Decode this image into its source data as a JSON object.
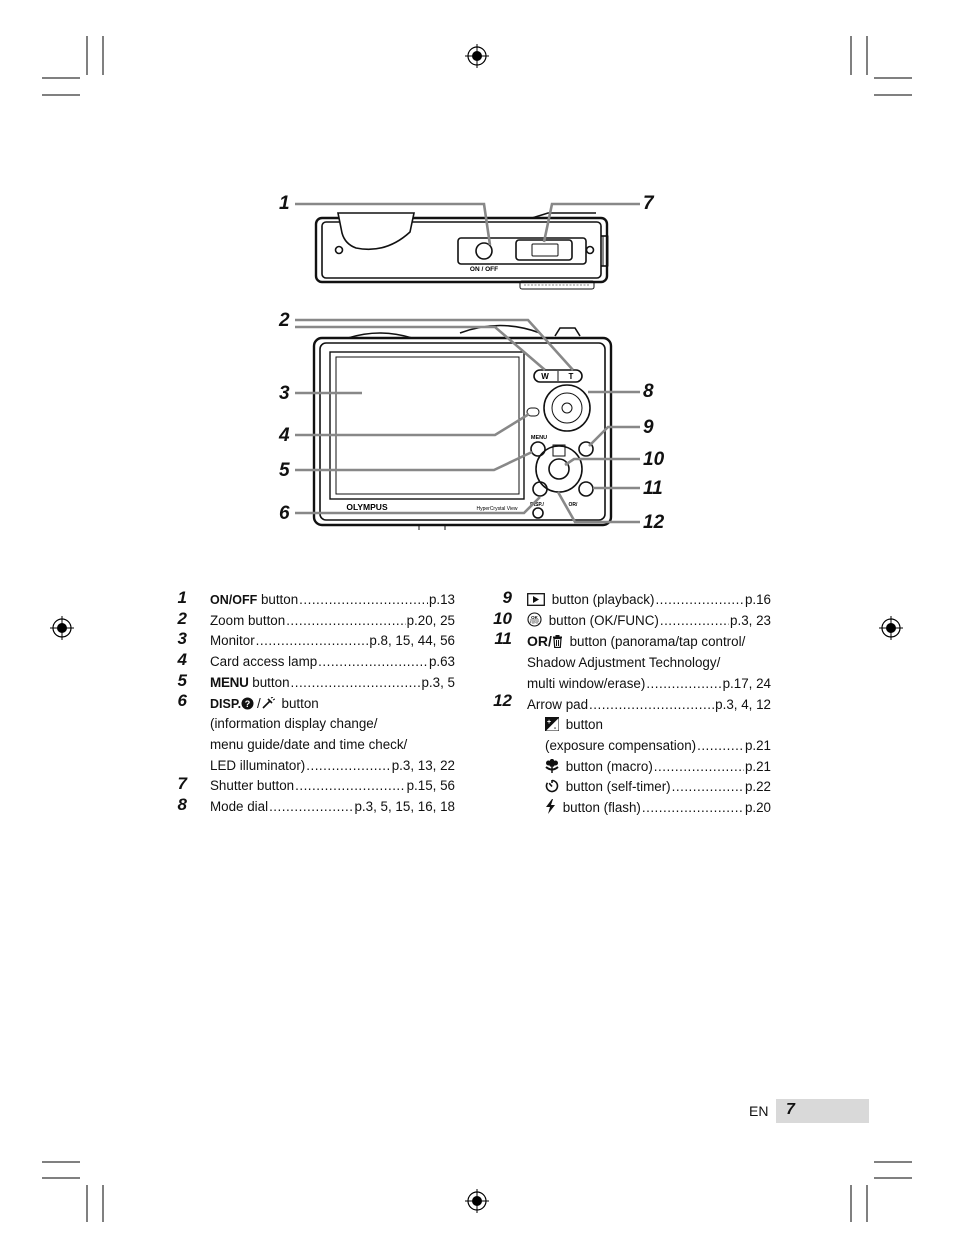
{
  "callouts": [
    "1",
    "2",
    "3",
    "4",
    "5",
    "6",
    "7",
    "8",
    "9",
    "10",
    "11",
    "12"
  ],
  "diagram": {
    "top_label": "ON / OFF",
    "brand": "OLYMPUS",
    "screen_label": "HyperCrystal View",
    "menu_label": "MENU",
    "disp_label": "DISP./",
    "zoom_w": "W",
    "zoom_t": "T",
    "or_label": "OR/"
  },
  "left_column": [
    {
      "num": "1",
      "key": "ON/OFF",
      "text": " button",
      "page": "p.13"
    },
    {
      "num": "2",
      "text": "Zoom button",
      "page": "p.20, 25"
    },
    {
      "num": "3",
      "text": "Monitor",
      "page": "p.8, 15, 44, 56"
    },
    {
      "num": "4",
      "text": "Card access lamp",
      "page": "p.63"
    },
    {
      "num": "5",
      "key": "MENU",
      "text": " button",
      "page": "p.3, 5"
    },
    {
      "num": "6",
      "key": "DISP.",
      "text": " button",
      "lines": [
        "(information display change/",
        "menu guide/date and time check/"
      ],
      "last_text": "LED illuminator)",
      "page": "p.3, 13, 22"
    },
    {
      "num": "7",
      "text": "Shutter button",
      "page": "p.15, 56"
    },
    {
      "num": "8",
      "text": "Mode dial",
      "page": "p.3, 5, 15, 16, 18"
    }
  ],
  "right_column": [
    {
      "num": "9",
      "icon": "playback-icon",
      "text": " button (playback)",
      "page": "p.16"
    },
    {
      "num": "10",
      "icon": "ok-func-icon",
      "text": " button (OK/FUNC)",
      "page": "p.3, 23"
    },
    {
      "num": "11",
      "key": "OR/",
      "icon": "trash-icon",
      "text": " button (panorama/tap control/",
      "lines": [
        "Shadow Adjustment Technology/"
      ],
      "last_text": "multi window/erase)",
      "page": "p.17, 24"
    },
    {
      "num": "12",
      "text": "Arrow pad",
      "page": "p.3, 4, 12",
      "sub": [
        {
          "icon": "exposure-icon",
          "text": " button"
        },
        {
          "text": "(exposure compensation)",
          "page": "p.21"
        },
        {
          "icon": "macro-icon",
          "text": " button (macro)",
          "page": "p.21"
        },
        {
          "icon": "self-timer-icon",
          "text": " button (self-timer)",
          "page": "p.22"
        },
        {
          "icon": "flash-icon",
          "text": " button (flash)",
          "page": "p.20"
        }
      ]
    }
  ],
  "footer": {
    "lang": "EN",
    "page": "7"
  }
}
